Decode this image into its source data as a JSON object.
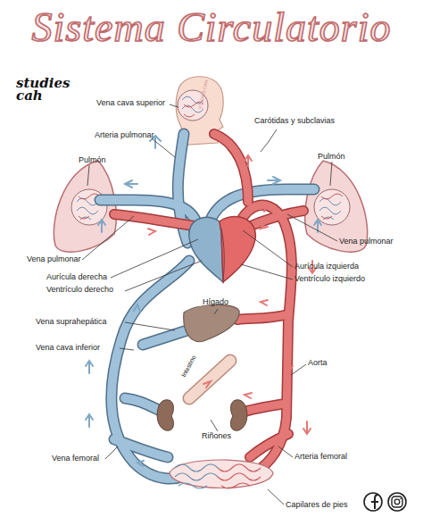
{
  "diagram": {
    "title": "Sistema Circulatorio",
    "labels": [
      "studies cah",
      "Vena cava superior",
      "STUDIES CAH",
      "Carótidas y subclavias",
      "Arteria pulmonar",
      "Pulmón",
      "Pulmón",
      "Vena pulmonar",
      "Vena pulmonar",
      "Aurícula derecha",
      "Aurícula izquierda",
      "Ventrículo derecho",
      "Ventrículo izquierdo",
      "Hígado",
      "Vena suprahepática",
      "Vena cava inferior",
      "Intestino",
      "Aorta",
      "Riñones",
      "Vena femoral",
      "Arteria femoral",
      "Capilares de pies"
    ]
  }
}
